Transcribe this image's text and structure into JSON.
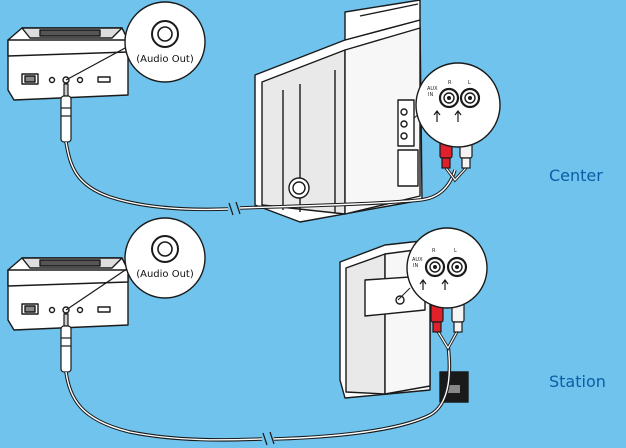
{
  "callouts": {
    "top": {
      "label": "(Audio Out)"
    },
    "bottom": {
      "label": "(Audio Out)"
    }
  },
  "tv_top": {
    "aux_label_1": "AUX",
    "aux_label_2": "IN",
    "r_label": "R",
    "l_label": "L"
  },
  "tv_bottom": {
    "aux_label_1": "AUX",
    "aux_label_2": "IN",
    "r_label": "R",
    "l_label": "L"
  },
  "labels": {
    "center": "Center",
    "station": "Station"
  },
  "colors": {
    "background": "#70c3ec",
    "label_text": "#0a5ea7",
    "red_plug": "#e0202a",
    "white_plug": "#f4f4f4",
    "device": "#ffffff",
    "outline": "#1a1a1a"
  },
  "icons": [
    "dock-device",
    "audio-jack-icon",
    "rca-plug-icon",
    "rca-socket-icon",
    "cable-break-icon"
  ]
}
